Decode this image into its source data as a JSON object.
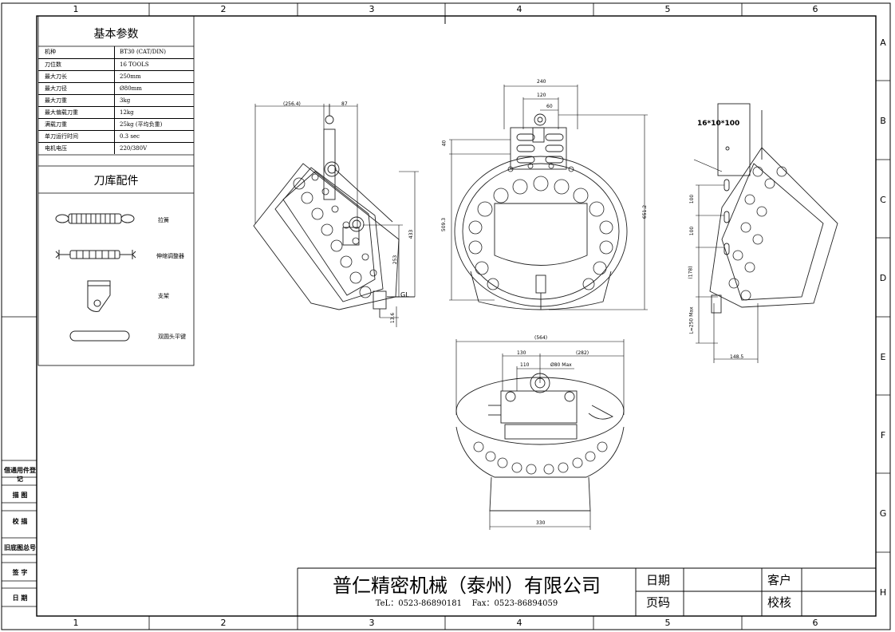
{
  "frame": {
    "columns": [
      "1",
      "2",
      "3",
      "4",
      "5",
      "6"
    ],
    "rows": [
      "A",
      "B",
      "C",
      "D",
      "E",
      "F",
      "G",
      "H"
    ]
  },
  "params": {
    "title": "基本参数",
    "rows": [
      {
        "label": "机种",
        "value": "BT30 (CAT/DIN)"
      },
      {
        "label": "刀位数",
        "value": "16 TOOLS"
      },
      {
        "label": "最大刀长",
        "value": "250mm"
      },
      {
        "label": "最大刀径",
        "value": "Ø80mm"
      },
      {
        "label": "最大刀重",
        "value": "3kg"
      },
      {
        "label": "最大偏载刀重",
        "value": "12kg"
      },
      {
        "label": "满载刀重",
        "value": "25kg (平均负重)"
      },
      {
        "label": "单刀运行时间",
        "value": "0.3 sec"
      },
      {
        "label": "电机电压",
        "value": "220/380V"
      }
    ]
  },
  "accessories": {
    "title": "刀库配件",
    "items": [
      {
        "icon": "tension-spring-icon",
        "label": "拉簧"
      },
      {
        "icon": "turnbuckle-icon",
        "label": "伸缩调整器"
      },
      {
        "icon": "bracket-icon",
        "label": "支架"
      },
      {
        "icon": "key-icon",
        "label": "双圆头平键"
      }
    ]
  },
  "side_panel": [
    "借通用件登记",
    "描 图",
    "校 描",
    "旧底图总号",
    "签 字",
    "日 期"
  ],
  "dimensions": {
    "left_view": [
      "(256.4)",
      "87",
      "433",
      "253",
      "GL",
      "13.6"
    ],
    "front_view": [
      "240",
      "120",
      "60",
      "40",
      "509.3",
      "651.2"
    ],
    "right_view": [
      "16*10*100",
      "100",
      "100",
      "(178)",
      "L=250 Max",
      "148.5"
    ],
    "bottom_view": [
      "(564)",
      "130",
      "(282)",
      "110",
      "Ø80 Max",
      "330"
    ]
  },
  "title_block": {
    "company": "普仁精密机械（泰州）有限公司",
    "contact": "TeL：0523-86890181    Fax：0523-86894059",
    "date_label": "日期",
    "page_label": "页码",
    "customer_label": "客户",
    "check_label": "校核"
  }
}
